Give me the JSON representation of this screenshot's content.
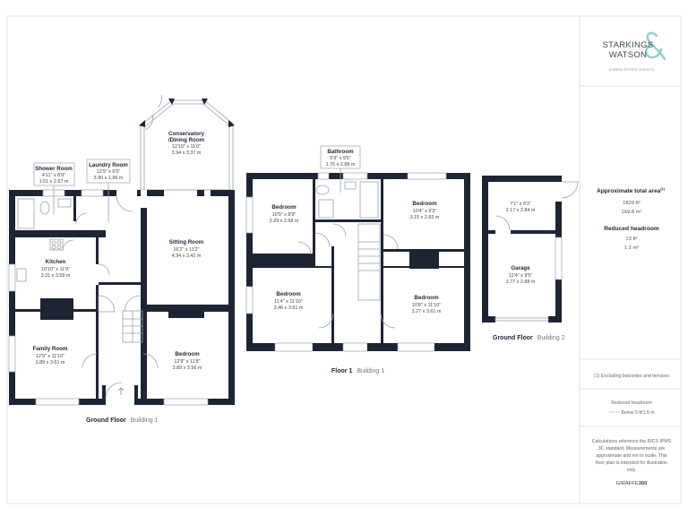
{
  "brand": {
    "name_line1": "STARKINGS",
    "name_line2": "WATSON",
    "tagline": "HYBRID ESTATE AGENTS",
    "accent_color": "#7cc5c8",
    "text_color": "#3a4a55"
  },
  "wall_color": "#1d2535",
  "ground_floor_b1": {
    "floor": "Ground Floor",
    "building": "Building 1",
    "rooms": [
      {
        "name": "Shower Room",
        "imperial": "4'11\" x 8'9\"",
        "metric": "1.51 x 2.67 m"
      },
      {
        "name": "Laundry Room",
        "imperial": "12'9\" x 6'5\"",
        "metric": "3.90 x 1.96 m"
      },
      {
        "name": "Conservatory",
        "name2": "/Dining Room",
        "imperial": "12'10\" x 11'0\"",
        "metric": "3.94 x 3.37 m"
      },
      {
        "name": "Sitting Room",
        "imperial": "16'2\" x 11'2\"",
        "metric": "4.94 x 3.42 m"
      },
      {
        "name": "Kitchen",
        "imperial": "10'10\" x 11'9\"",
        "metric": "3.31 x 3.59 m"
      },
      {
        "name": "Family Room",
        "imperial": "12'9\" x 11'10\"",
        "metric": "3.89 x 3.61 m"
      },
      {
        "name": "Bedroom",
        "imperial": "12'9\" x 11'8\"",
        "metric": "3.89 x 3.56 m"
      }
    ]
  },
  "floor1_b1": {
    "floor": "Floor 1",
    "building": "Building 1",
    "rooms": [
      {
        "name": "Bathroom",
        "imperial": "5'9\" x 9'5\"",
        "metric": "1.76 x 2.88 m"
      },
      {
        "name": "Bedroom",
        "imperial": "10'9\" x 8'9\"",
        "metric": "3.29 x 2.68 m"
      },
      {
        "name": "Bedroom",
        "imperial": "10'4\" x 9'3\"",
        "metric": "3.15 x 2.83 m"
      },
      {
        "name": "Bedroom",
        "imperial": "11'4\" x 11'10\"",
        "metric": "3.46 x 3.61 m"
      },
      {
        "name": "Bedroom",
        "imperial": "10'8\" x 11'10\"",
        "metric": "3.27 x 3.61 m"
      }
    ]
  },
  "ground_floor_b2": {
    "floor": "Ground Floor",
    "building": "Building 2",
    "rooms": [
      {
        "imperial": "7'1\" x 9'3\"",
        "metric": "2.17 x 2.84 m"
      },
      {
        "name": "Garage",
        "imperial": "12'4\" x 9'5\"",
        "metric": "3.77 x 2.88 m"
      }
    ]
  },
  "panel": {
    "total_title": "Approximate total area",
    "total_sup": "(1)",
    "total_ft": "1829 ft²",
    "total_m": "169.8 m²",
    "reduced_title": "Reduced headroom",
    "reduced_ft": "13 ft²",
    "reduced_m": "1.2 m²",
    "footnote": "(1) Excluding balconies and terraces",
    "legend_title": "Reduced headroom",
    "legend_text": "Below 5 ft/1.5 m",
    "disclaimer": [
      "Calculations reference the RICS IPMS",
      "3C standard. Measurements are",
      "approximate and not to scale. This",
      "floor plan is intended for illustration",
      "only."
    ],
    "credit_a": "GIRAFFE",
    "credit_b": "360"
  }
}
